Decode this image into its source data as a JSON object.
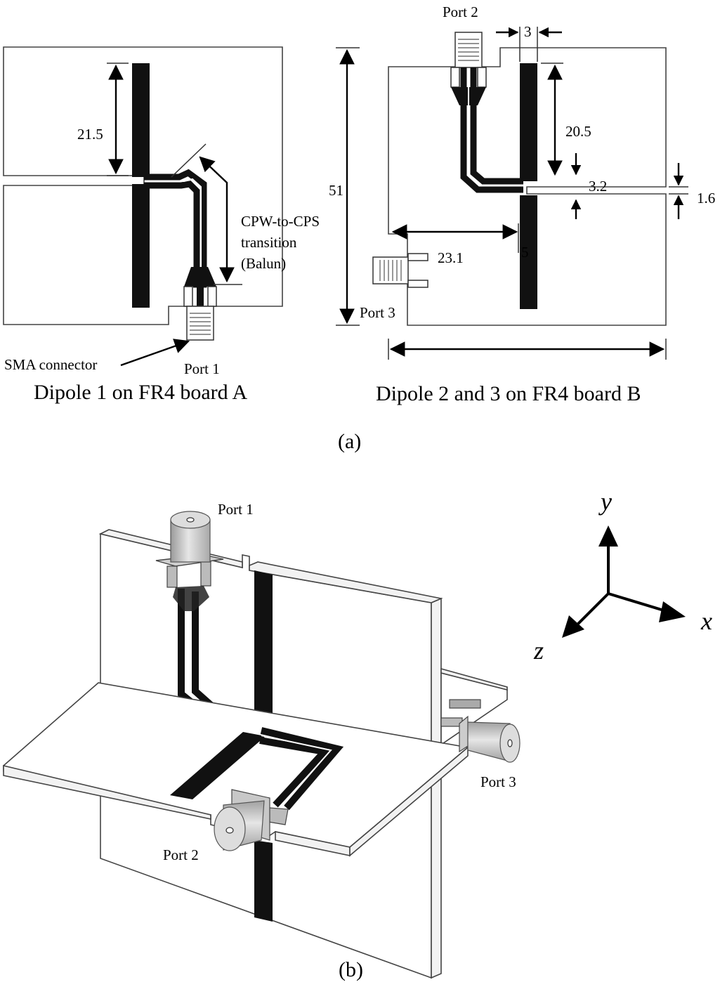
{
  "figure_a": {
    "board_a": {
      "dim_arm": "21.5",
      "balun_label_line1": "CPW-to-CPS",
      "balun_label_line2": "transition",
      "balun_label_line3": "(Balun)",
      "sma_label": "SMA connector",
      "port_label": "Port 1",
      "caption": "Dipole 1 on FR4 board A"
    },
    "board_b": {
      "port2_label": "Port 2",
      "port3_label": "Port 3",
      "dim_width": "3",
      "dim_arm": "20.5",
      "dim_gap": "3.2",
      "dim_slot": "1.6",
      "dim_height": "51",
      "dim_offset": "23.1",
      "dim_small": "5",
      "caption": "Dipole 2 and 3 on FR4 board B"
    },
    "panel_label": "(a)"
  },
  "figure_b": {
    "port1_label": "Port 1",
    "port2_label": "Port 2",
    "port3_label": "Port 3",
    "axes": {
      "y": "y",
      "x": "x",
      "z": "z"
    },
    "panel_label": "(b)"
  },
  "colors": {
    "trace": "#111111",
    "board_edge": "#444444",
    "shaded": "#d9d9d9",
    "connector": "#cfcfcf"
  }
}
